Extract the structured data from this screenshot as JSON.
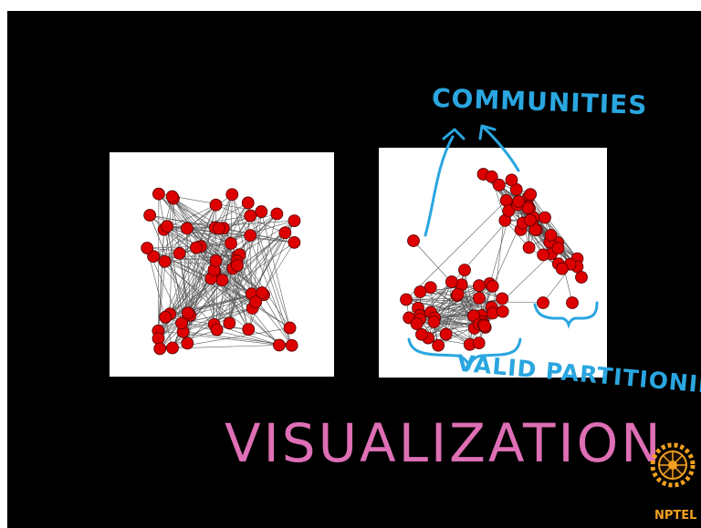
{
  "slide": {
    "annotations": {
      "communities": "COMMUNITIES",
      "valid_partitioning": "VALID PARTITIONING",
      "title": "VISUALIZATION"
    },
    "logo": {
      "text": "NPTEL",
      "color": "#f0a020",
      "icon": "nptel-gear-logo"
    },
    "colors": {
      "node": "#dd0000",
      "edge": "#333333",
      "annotation_blue": "#2aa6e0",
      "title_pink": "#de6fb5"
    }
  }
}
